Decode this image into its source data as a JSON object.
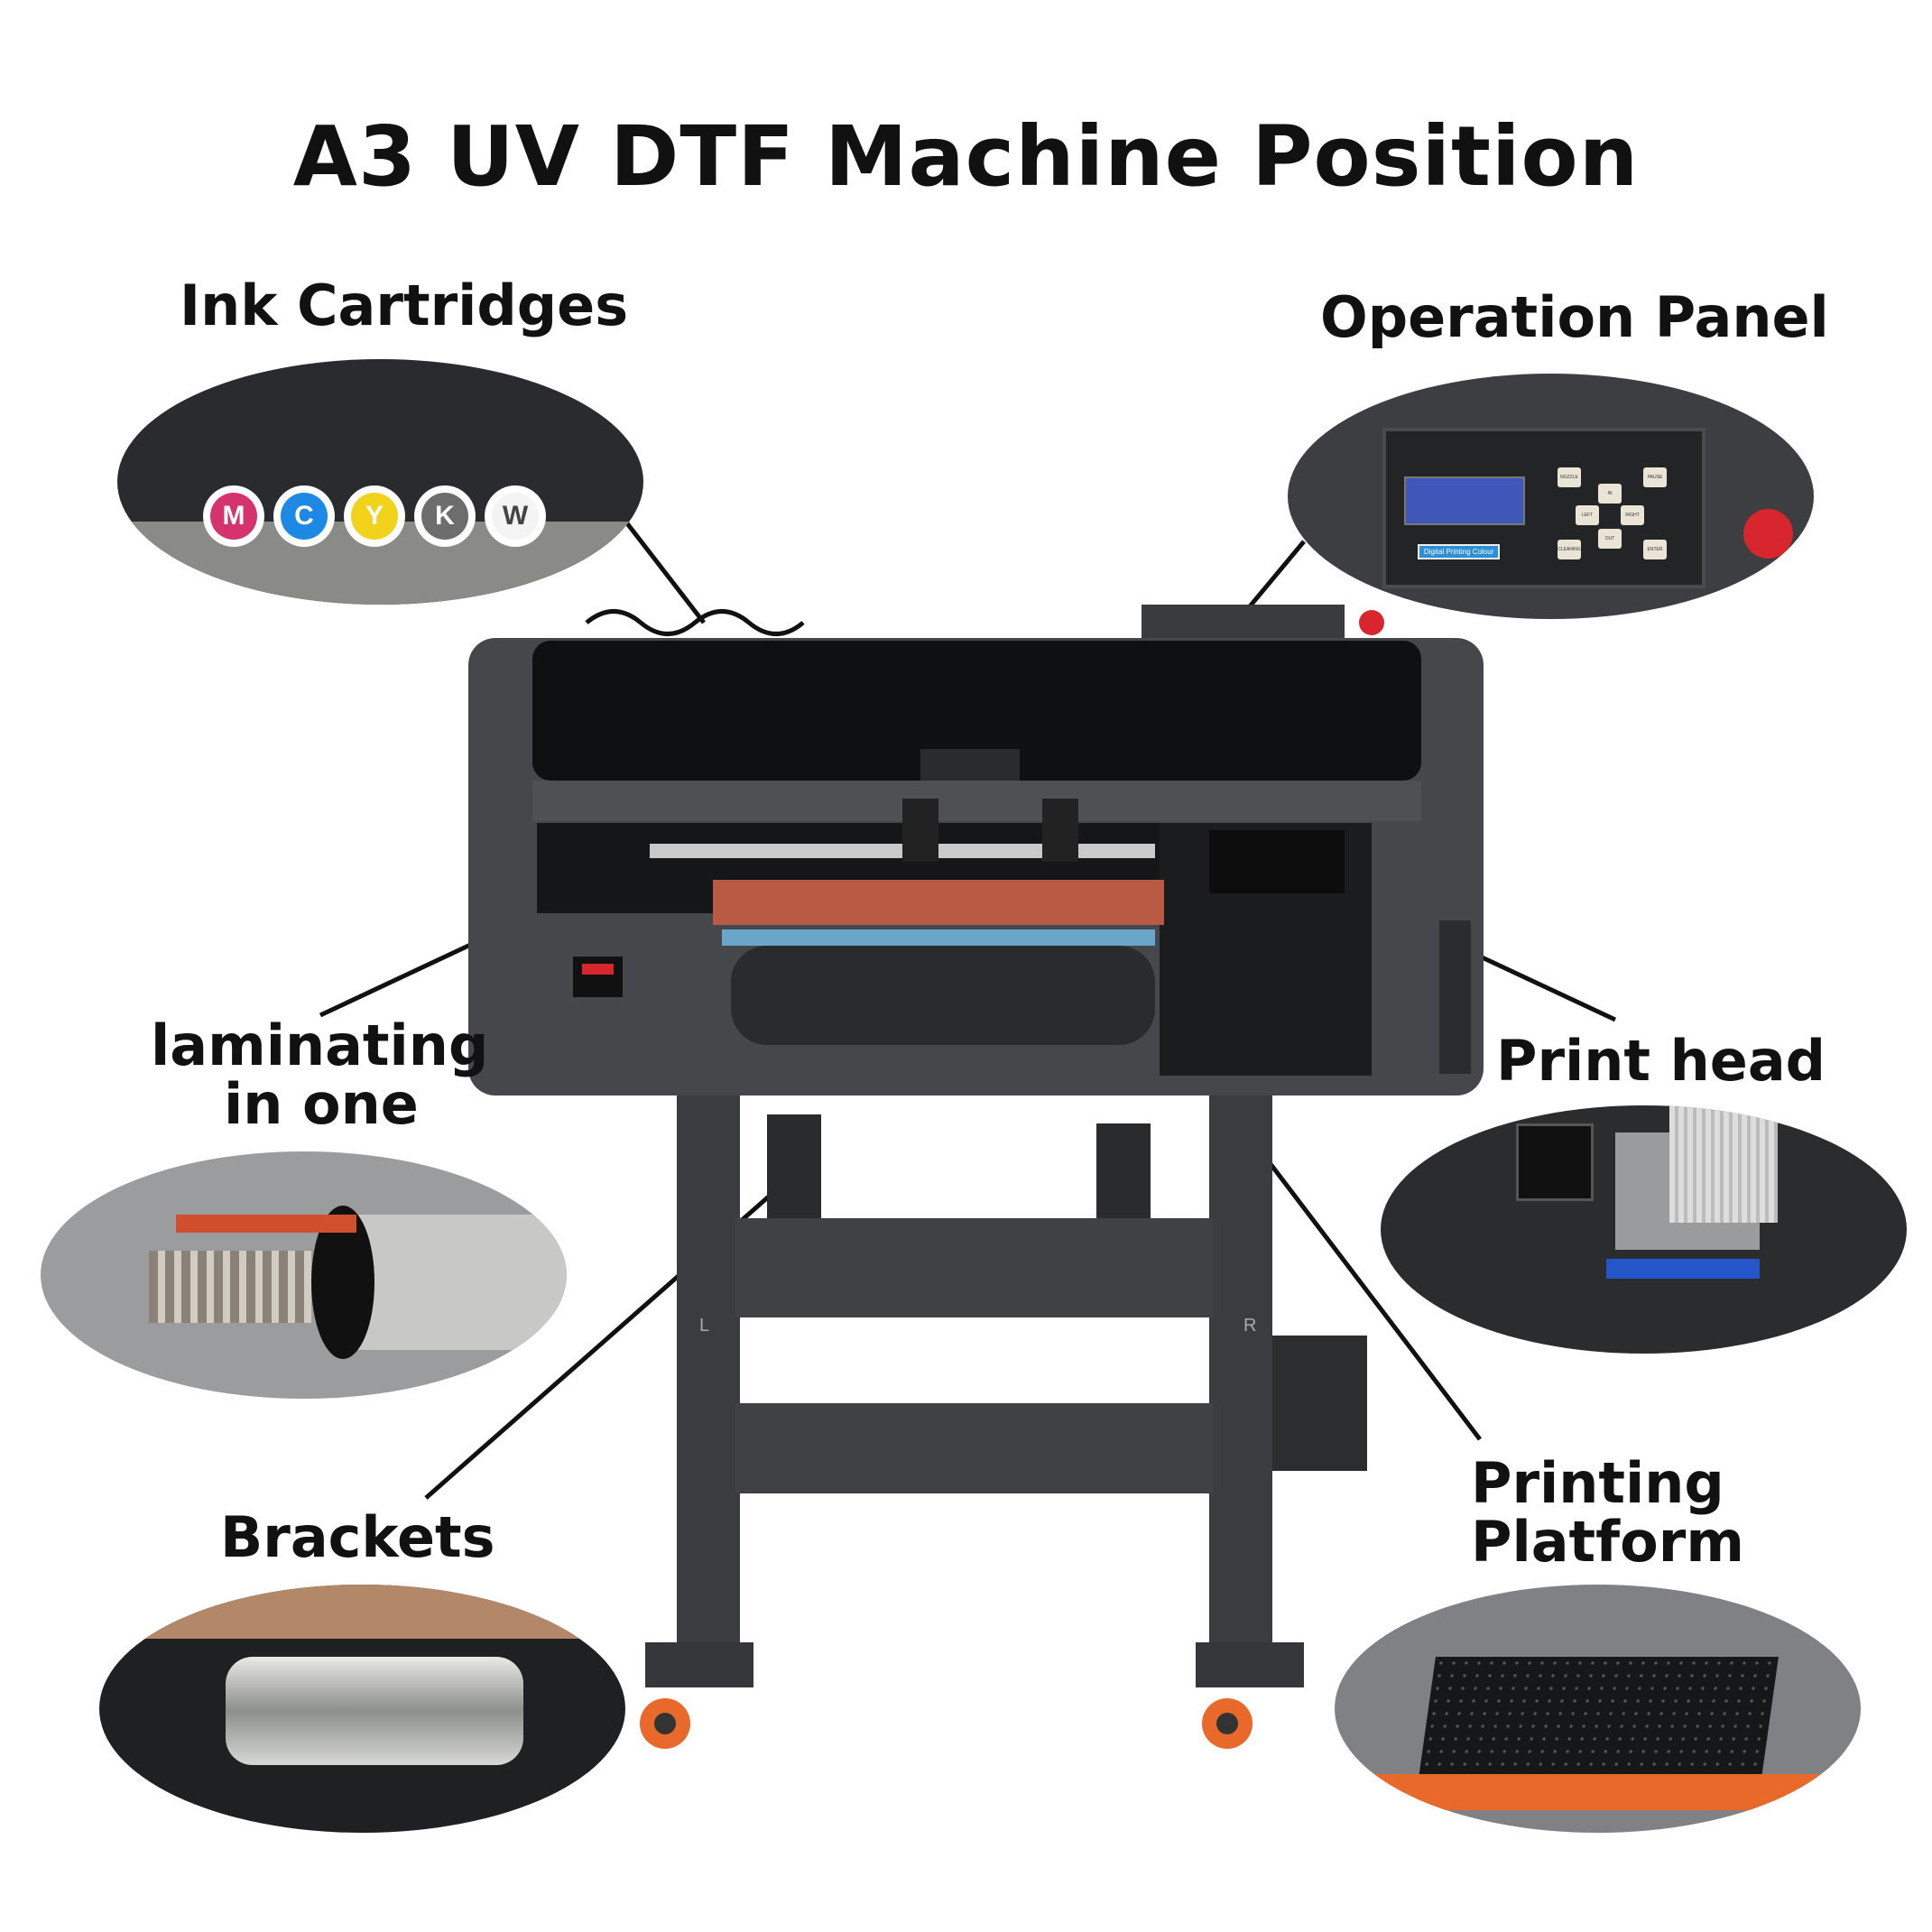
{
  "title": "A3 UV DTF Machine Position",
  "callouts": {
    "ink_cartridges": "Ink Cartridges",
    "operation_panel": "Operation Panel",
    "laminating_line1": "laminating",
    "laminating_line2": "in one",
    "print_head": "Print head",
    "brackets": "Brackets",
    "printing_platform_line1": "Printing",
    "printing_platform_line2": "Platform"
  },
  "ink_colors": [
    {
      "letter": "M",
      "color": "#d6336c"
    },
    {
      "letter": "C",
      "color": "#1e88e5"
    },
    {
      "letter": "Y",
      "color": "#f2d21b"
    },
    {
      "letter": "K",
      "color": "#6d6d6d"
    },
    {
      "letter": "W",
      "color": "#f4f4f4"
    }
  ],
  "panel": {
    "buttons": [
      "NOZZLE",
      "IN",
      "PAUSE",
      "LEFT",
      "RIGHT",
      "CLEANING",
      "OUT",
      "ENTER"
    ],
    "brand_label": "Digital Printing Colour"
  },
  "stand_marks": {
    "left": "L",
    "right": "R"
  },
  "colors": {
    "machine": "#3d3f42",
    "machine_dark": "#1c1d1f",
    "caster": "#e8692a",
    "accent_red": "#d8262e"
  }
}
